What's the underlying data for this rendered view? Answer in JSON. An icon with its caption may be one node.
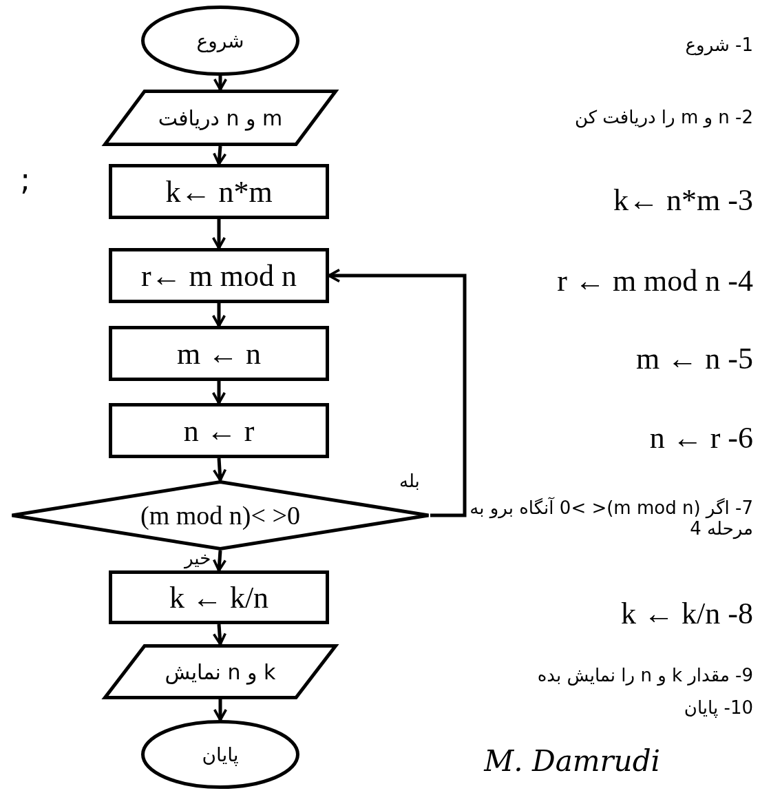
{
  "diagram": {
    "nodes": [
      {
        "text": [
          "شروع"
        ]
      },
      {
        "text": [
          "دریافت n و m"
        ]
      },
      {
        "text": [
          "k← n*m"
        ]
      },
      {
        "text": [
          "r← m mod n"
        ]
      },
      {
        "text": [
          "m ←  n"
        ]
      },
      {
        "text": [
          "n ← r"
        ]
      },
      {
        "text": [
          "(m mod n)< >0"
        ]
      },
      {
        "text": [
          "k ← k/n"
        ]
      },
      {
        "text": [
          "نمایش n و k"
        ]
      },
      {
        "text": [
          "پایان"
        ]
      }
    ],
    "edges": [
      {
        "from": 0,
        "to": 1,
        "arrow": "to"
      },
      {
        "from": 1,
        "to": 2,
        "arrow": "to"
      },
      {
        "from": 2,
        "to": 3,
        "arrow": "to"
      },
      {
        "from": 3,
        "to": 4,
        "arrow": "to"
      },
      {
        "from": 4,
        "to": 5,
        "arrow": "to"
      },
      {
        "from": 5,
        "to": 6,
        "arrow": "to"
      },
      {
        "from": 6,
        "to": 3,
        "arrow": "to",
        "label": "بله"
      },
      {
        "from": 6,
        "to": 7,
        "arrow": "to",
        "label": "خیر"
      },
      {
        "from": 7,
        "to": 8,
        "arrow": "to"
      },
      {
        "from": 8,
        "to": 9,
        "arrow": "to"
      }
    ],
    "labels": [
      "1- شروع",
      "2- n و m را دریافت کن",
      ";",
      "3- k← n*m",
      "4- r ← m mod n",
      "5- m ← n",
      "6- n ← r",
      "7- اگر (m mod n)< >0 آنگاه برو به مرحله 4",
      "8- k ← k/n",
      "9- مقدار k و n را نمایش بده",
      "10- پایان",
      "M. Damrudi"
    ]
  }
}
